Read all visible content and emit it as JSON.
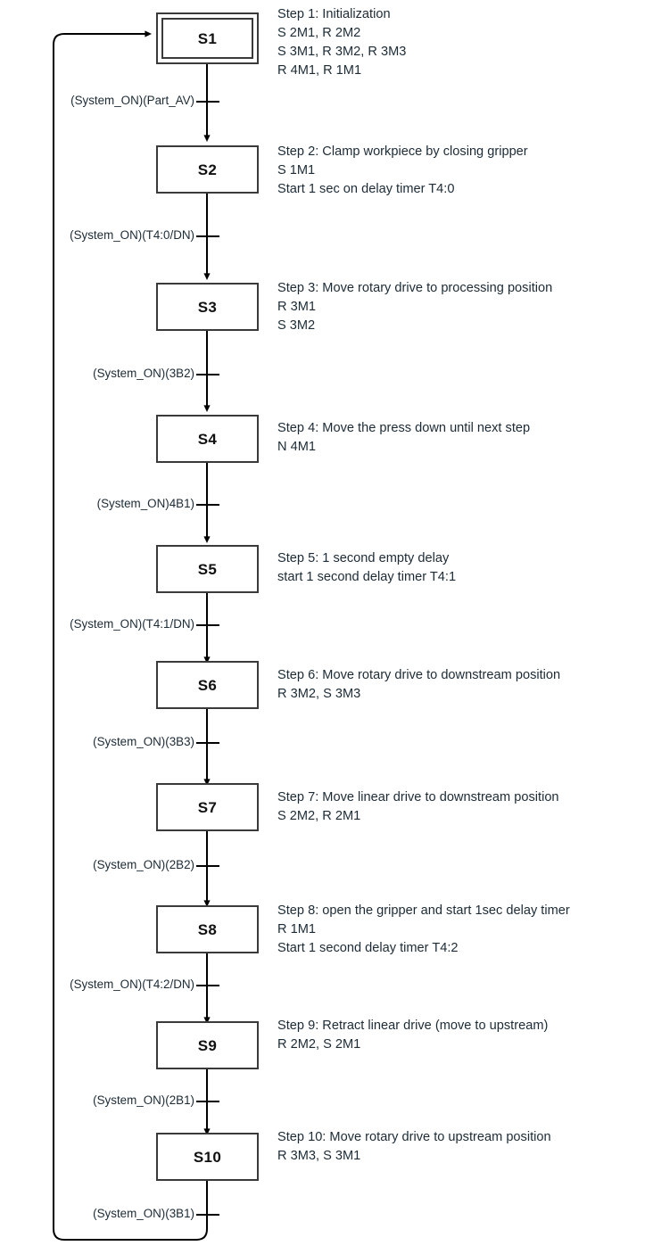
{
  "diagram": {
    "type": "sequential-function-chart",
    "initial_step": "S1",
    "loop_back_target": "S1",
    "steps": [
      {
        "id": "S1",
        "initial": true,
        "description_lines": [
          "Step 1: Initialization",
          "S 2M1, R 2M2",
          "S 3M1, R 3M2, R 3M3",
          "R 4M1, R 1M1"
        ],
        "transition_out": "(System_ON)(Part_AV)"
      },
      {
        "id": "S2",
        "initial": false,
        "description_lines": [
          "Step 2: Clamp workpiece by closing gripper",
          "S 1M1",
          "Start 1 sec on delay timer T4:0"
        ],
        "transition_out": "(System_ON)(T4:0/DN)"
      },
      {
        "id": "S3",
        "initial": false,
        "description_lines": [
          "Step 3: Move rotary drive to processing position",
          "R 3M1",
          "S 3M2"
        ],
        "transition_out": "(System_ON)(3B2)"
      },
      {
        "id": "S4",
        "initial": false,
        "description_lines": [
          "Step 4: Move the press down until next step",
          "N 4M1"
        ],
        "transition_out": "(System_ON)4B1)"
      },
      {
        "id": "S5",
        "initial": false,
        "description_lines": [
          "Step 5: 1 second empty delay",
          "start 1 second delay timer T4:1"
        ],
        "transition_out": "(System_ON)(T4:1/DN)"
      },
      {
        "id": "S6",
        "initial": false,
        "description_lines": [
          "Step 6: Move rotary drive to downstream position",
          "R 3M2, S 3M3"
        ],
        "transition_out": "(System_ON)(3B3)"
      },
      {
        "id": "S7",
        "initial": false,
        "description_lines": [
          "Step 7: Move linear drive to downstream position",
          "S 2M2, R 2M1"
        ],
        "transition_out": "(System_ON)(2B2)"
      },
      {
        "id": "S8",
        "initial": false,
        "description_lines": [
          "Step 8: open the gripper and start 1sec delay timer",
          "R 1M1",
          "Start 1 second delay timer T4:2"
        ],
        "transition_out": "(System_ON)(T4:2/DN)"
      },
      {
        "id": "S9",
        "initial": false,
        "description_lines": [
          "Step 9: Retract linear drive (move to upstream)",
          "R 2M2, S 2M1"
        ],
        "transition_out": "(System_ON)(2B1)"
      },
      {
        "id": "S10",
        "initial": false,
        "description_lines": [
          "Step 10: Move rotary drive to upstream position",
          "R 3M3, S 3M1"
        ],
        "transition_out": "(System_ON)(3B1)"
      }
    ],
    "colors": {
      "box_stroke": "#3a3a3a",
      "line": "#000000",
      "step_text": "#111111",
      "body_text": "#1c2b36",
      "background": "#ffffff"
    }
  }
}
